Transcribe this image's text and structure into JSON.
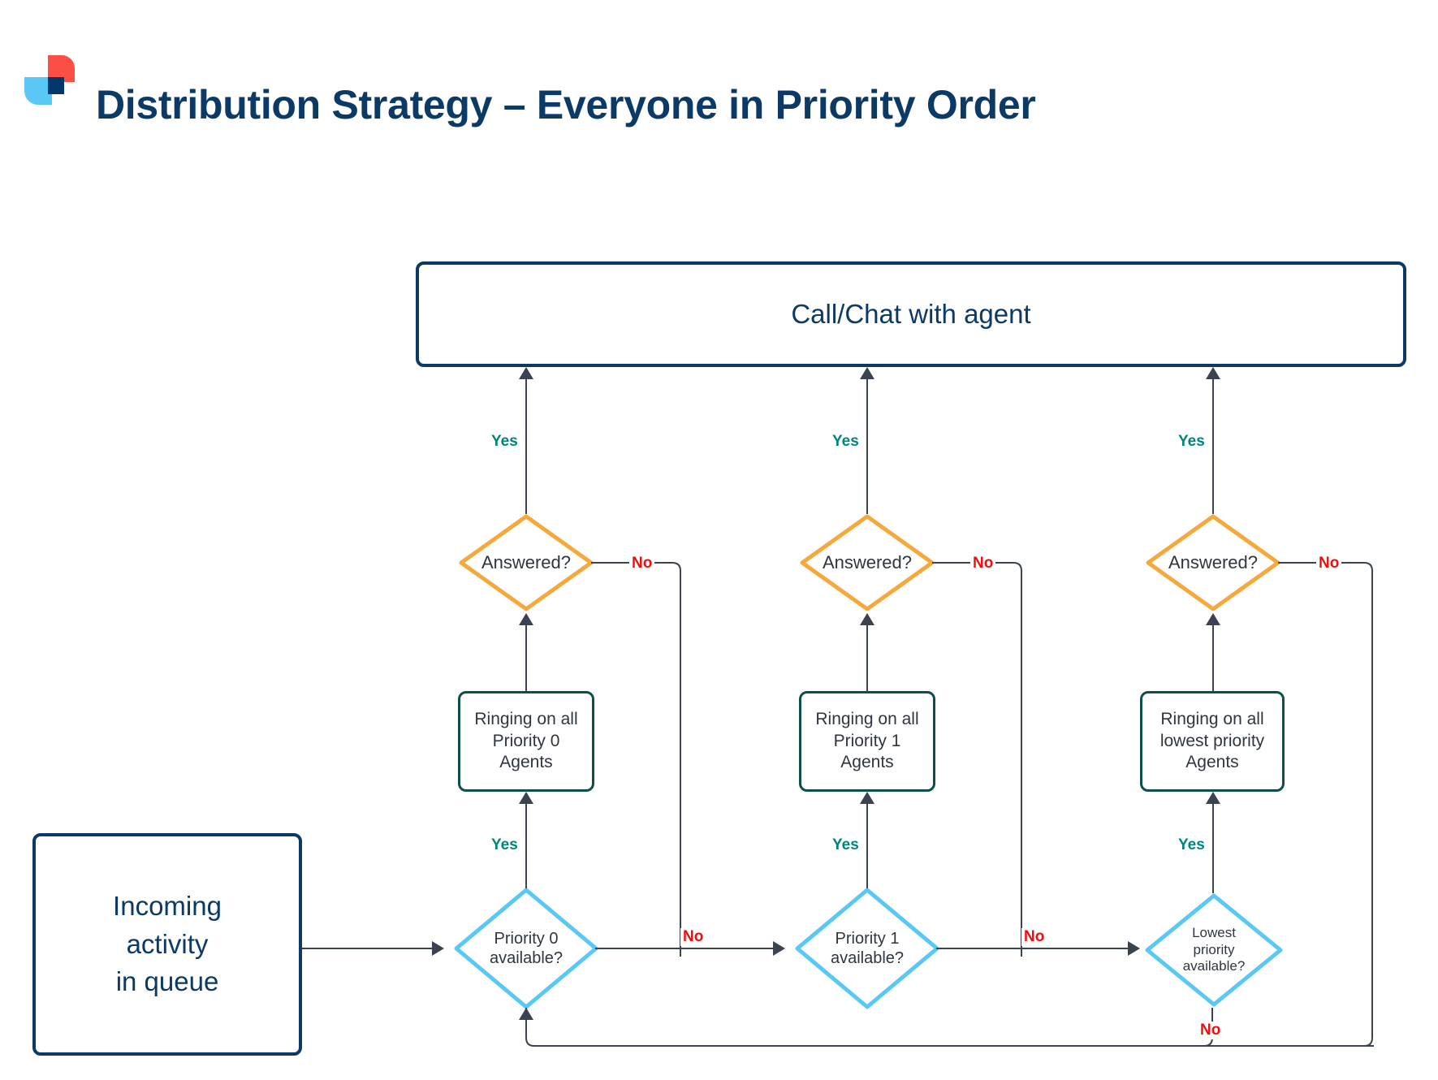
{
  "header": {
    "title": "Distribution Strategy – Everyone in Priority Order",
    "logo_name": "brand-logo",
    "colors": {
      "logo_red": "#fb4f46",
      "logo_blue": "#5ac8f5",
      "logo_navy": "#04376b",
      "title_navy": "#0b3a67"
    }
  },
  "diagram": {
    "type": "flowchart",
    "colors": {
      "navy_box_border": "#0b3a67",
      "teal_box_border": "#0e5049",
      "orange_diamond": "#f5a83c",
      "blue_diamond": "#5ac8f5",
      "edge": "#3b4350",
      "yes_label": "#00857a",
      "no_label": "#f20d0d"
    },
    "nodes": {
      "start": {
        "label": "Incoming\nactivity\nin queue",
        "shape": "rounded-rect",
        "color": "navy"
      },
      "terminal": {
        "label": "Call/Chat with agent",
        "shape": "rounded-rect",
        "color": "navy"
      },
      "answered": [
        {
          "label": "Answered?",
          "shape": "diamond",
          "color": "orange"
        },
        {
          "label": "Answered?",
          "shape": "diamond",
          "color": "orange"
        },
        {
          "label": "Answered?",
          "shape": "diamond",
          "color": "orange"
        }
      ],
      "ringing": [
        {
          "label": "Ringing on all\nPriority 0\nAgents",
          "shape": "rounded-rect",
          "color": "teal"
        },
        {
          "label": "Ringing on all\nPriority 1\nAgents",
          "shape": "rounded-rect",
          "color": "teal"
        },
        {
          "label": "Ringing on all\nlowest priority\nAgents",
          "shape": "rounded-rect",
          "color": "teal"
        }
      ],
      "available": [
        {
          "label": "Priority 0\navailable?",
          "shape": "diamond",
          "color": "blue"
        },
        {
          "label": "Priority 1\navailable?",
          "shape": "diamond",
          "color": "blue"
        },
        {
          "label": "Lowest\npriority\navailable?",
          "shape": "diamond",
          "color": "blue"
        }
      ]
    },
    "edge_labels": {
      "yes": "Yes",
      "no": "No"
    },
    "edges": [
      {
        "from": "start",
        "to": "available.0",
        "label": ""
      },
      {
        "from": "available.0",
        "to": "ringing.0",
        "label": "Yes"
      },
      {
        "from": "available.0",
        "to": "available.1",
        "label": "No"
      },
      {
        "from": "ringing.0",
        "to": "answered.0",
        "label": ""
      },
      {
        "from": "answered.0",
        "to": "terminal",
        "label": "Yes"
      },
      {
        "from": "answered.0",
        "to": "available.0-to-available.1-line",
        "label": "No"
      },
      {
        "from": "available.1",
        "to": "ringing.1",
        "label": "Yes"
      },
      {
        "from": "available.1",
        "to": "available.2",
        "label": "No"
      },
      {
        "from": "ringing.1",
        "to": "answered.1",
        "label": ""
      },
      {
        "from": "answered.1",
        "to": "terminal",
        "label": "Yes"
      },
      {
        "from": "answered.1",
        "to": "available.1-to-available.2-line",
        "label": "No"
      },
      {
        "from": "available.2",
        "to": "ringing.2",
        "label": "Yes"
      },
      {
        "from": "available.2",
        "to": "loop-back-to-available.0",
        "label": "No"
      },
      {
        "from": "ringing.2",
        "to": "answered.2",
        "label": ""
      },
      {
        "from": "answered.2",
        "to": "terminal",
        "label": "Yes"
      },
      {
        "from": "answered.2",
        "to": "loop-back-to-available.0",
        "label": "No"
      }
    ]
  }
}
